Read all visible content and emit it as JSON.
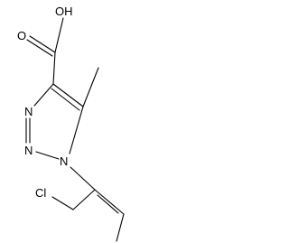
{
  "structure": {
    "atom_labels": {
      "hydroxyl": "OH",
      "carbonyl_oxygen": "O",
      "n3": "N",
      "n2": "N",
      "n1": "N",
      "chlorine": "Cl"
    },
    "ink_color": "#000000",
    "background_color": "#ffffff"
  }
}
